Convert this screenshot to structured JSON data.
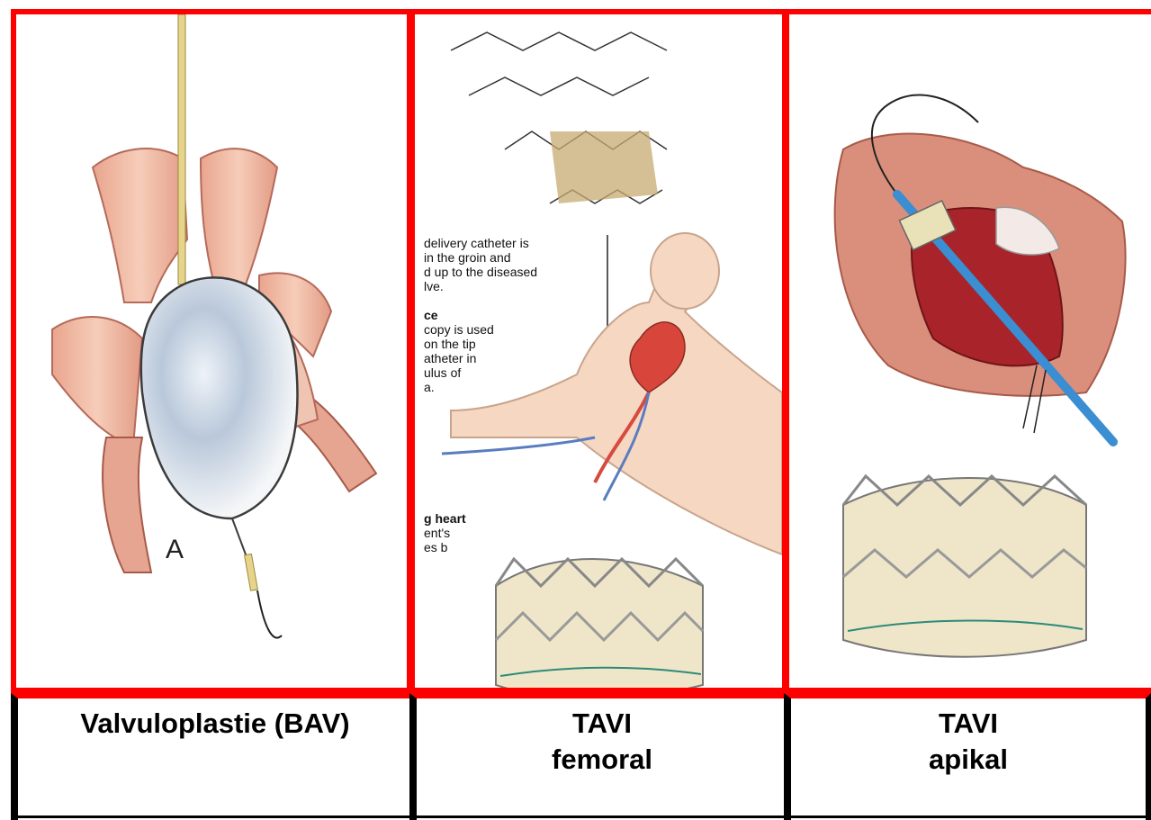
{
  "panels": [
    {
      "figure_letter": "A",
      "caption_line1": "Valvuloplastie (BAV)",
      "caption_line2": ""
    },
    {
      "text_fragments": [
        "delivery catheter is",
        "in the groin and",
        "d up to the diseased",
        "lve.",
        "ce",
        "copy is used",
        "on the tip",
        "atheter in",
        "ulus of",
        "a.",
        "g heart",
        "ent's",
        "es b"
      ],
      "caption_line1": "TAVI",
      "caption_line2": "femoral"
    },
    {
      "caption_line1": "TAVI",
      "caption_line2": "apikal"
    }
  ]
}
